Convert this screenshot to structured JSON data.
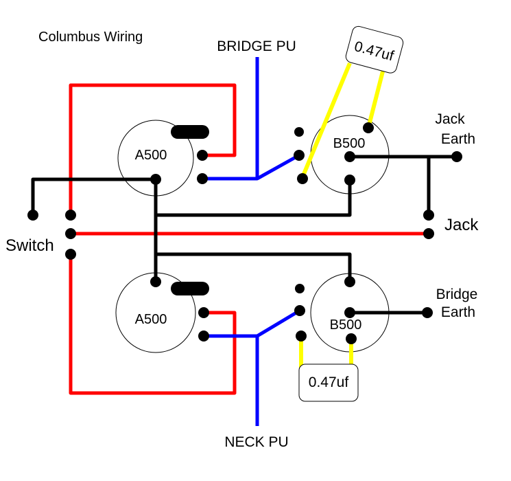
{
  "title": "Columbus Wiring",
  "labels": {
    "bridge_pu": "BRIDGE PU",
    "neck_pu": "NECK PU",
    "switch": "Switch",
    "jack": "Jack",
    "jack_earth_line1": "Jack",
    "jack_earth_line2": "Earth",
    "bridge_earth_line1": "Bridge",
    "bridge_earth_line2": "Earth"
  },
  "pots": {
    "bridge_volume": "A500",
    "bridge_tone": "B500",
    "neck_volume": "A500",
    "neck_tone": "B500"
  },
  "capacitors": {
    "bridge_cap": "0.47uf",
    "neck_cap": "0.47uf"
  },
  "colors": {
    "hot": "#ff0000",
    "pickup": "#0000ff",
    "ground": "#000000",
    "cap_leads": "#ffff00"
  }
}
